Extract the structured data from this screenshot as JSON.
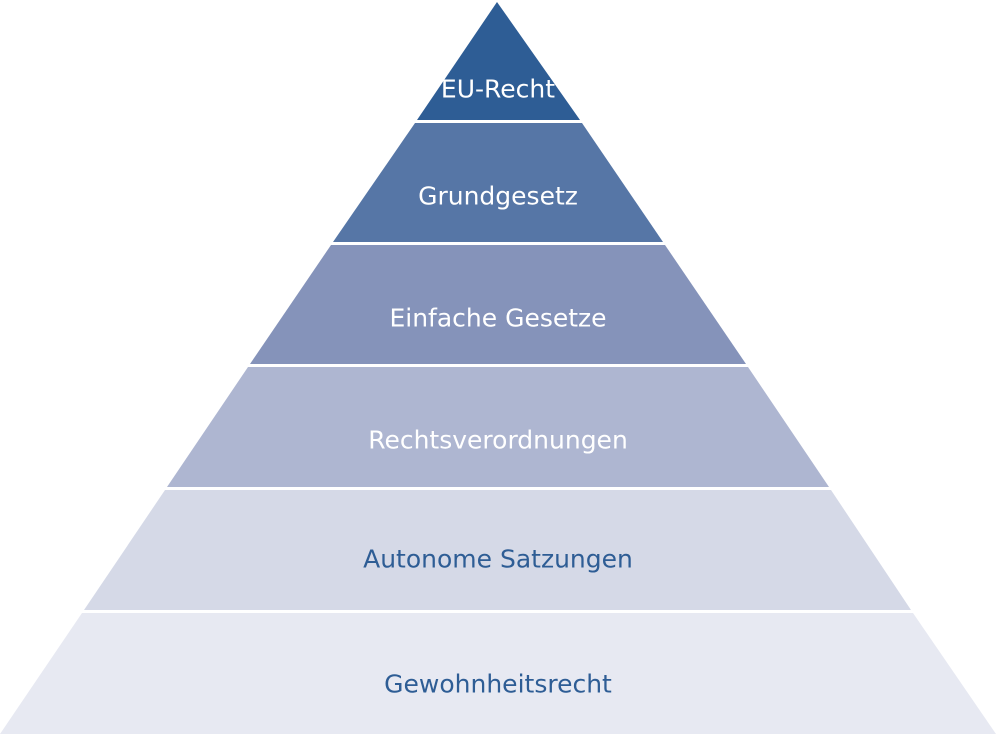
{
  "pyramid": {
    "layers": [
      {
        "label": "EU-Recht",
        "fill": "#2e5d95",
        "text_color": "#ffffff"
      },
      {
        "label": "Grundgesetz",
        "fill": "#5676a6",
        "text_color": "#ffffff"
      },
      {
        "label": "Einfache Gesetze",
        "fill": "#8593ba",
        "text_color": "#ffffff"
      },
      {
        "label": "Rechtsverordnungen",
        "fill": "#aeb6d1",
        "text_color": "#ffffff"
      },
      {
        "label": "Autonome Satzungen",
        "fill": "#d5d9e7",
        "text_color": "#2e5d95"
      },
      {
        "label": "Gewohnheitsrecht",
        "fill": "#e7e9f2",
        "text_color": "#2e5d95"
      }
    ],
    "separator_color": "#ffffff"
  }
}
